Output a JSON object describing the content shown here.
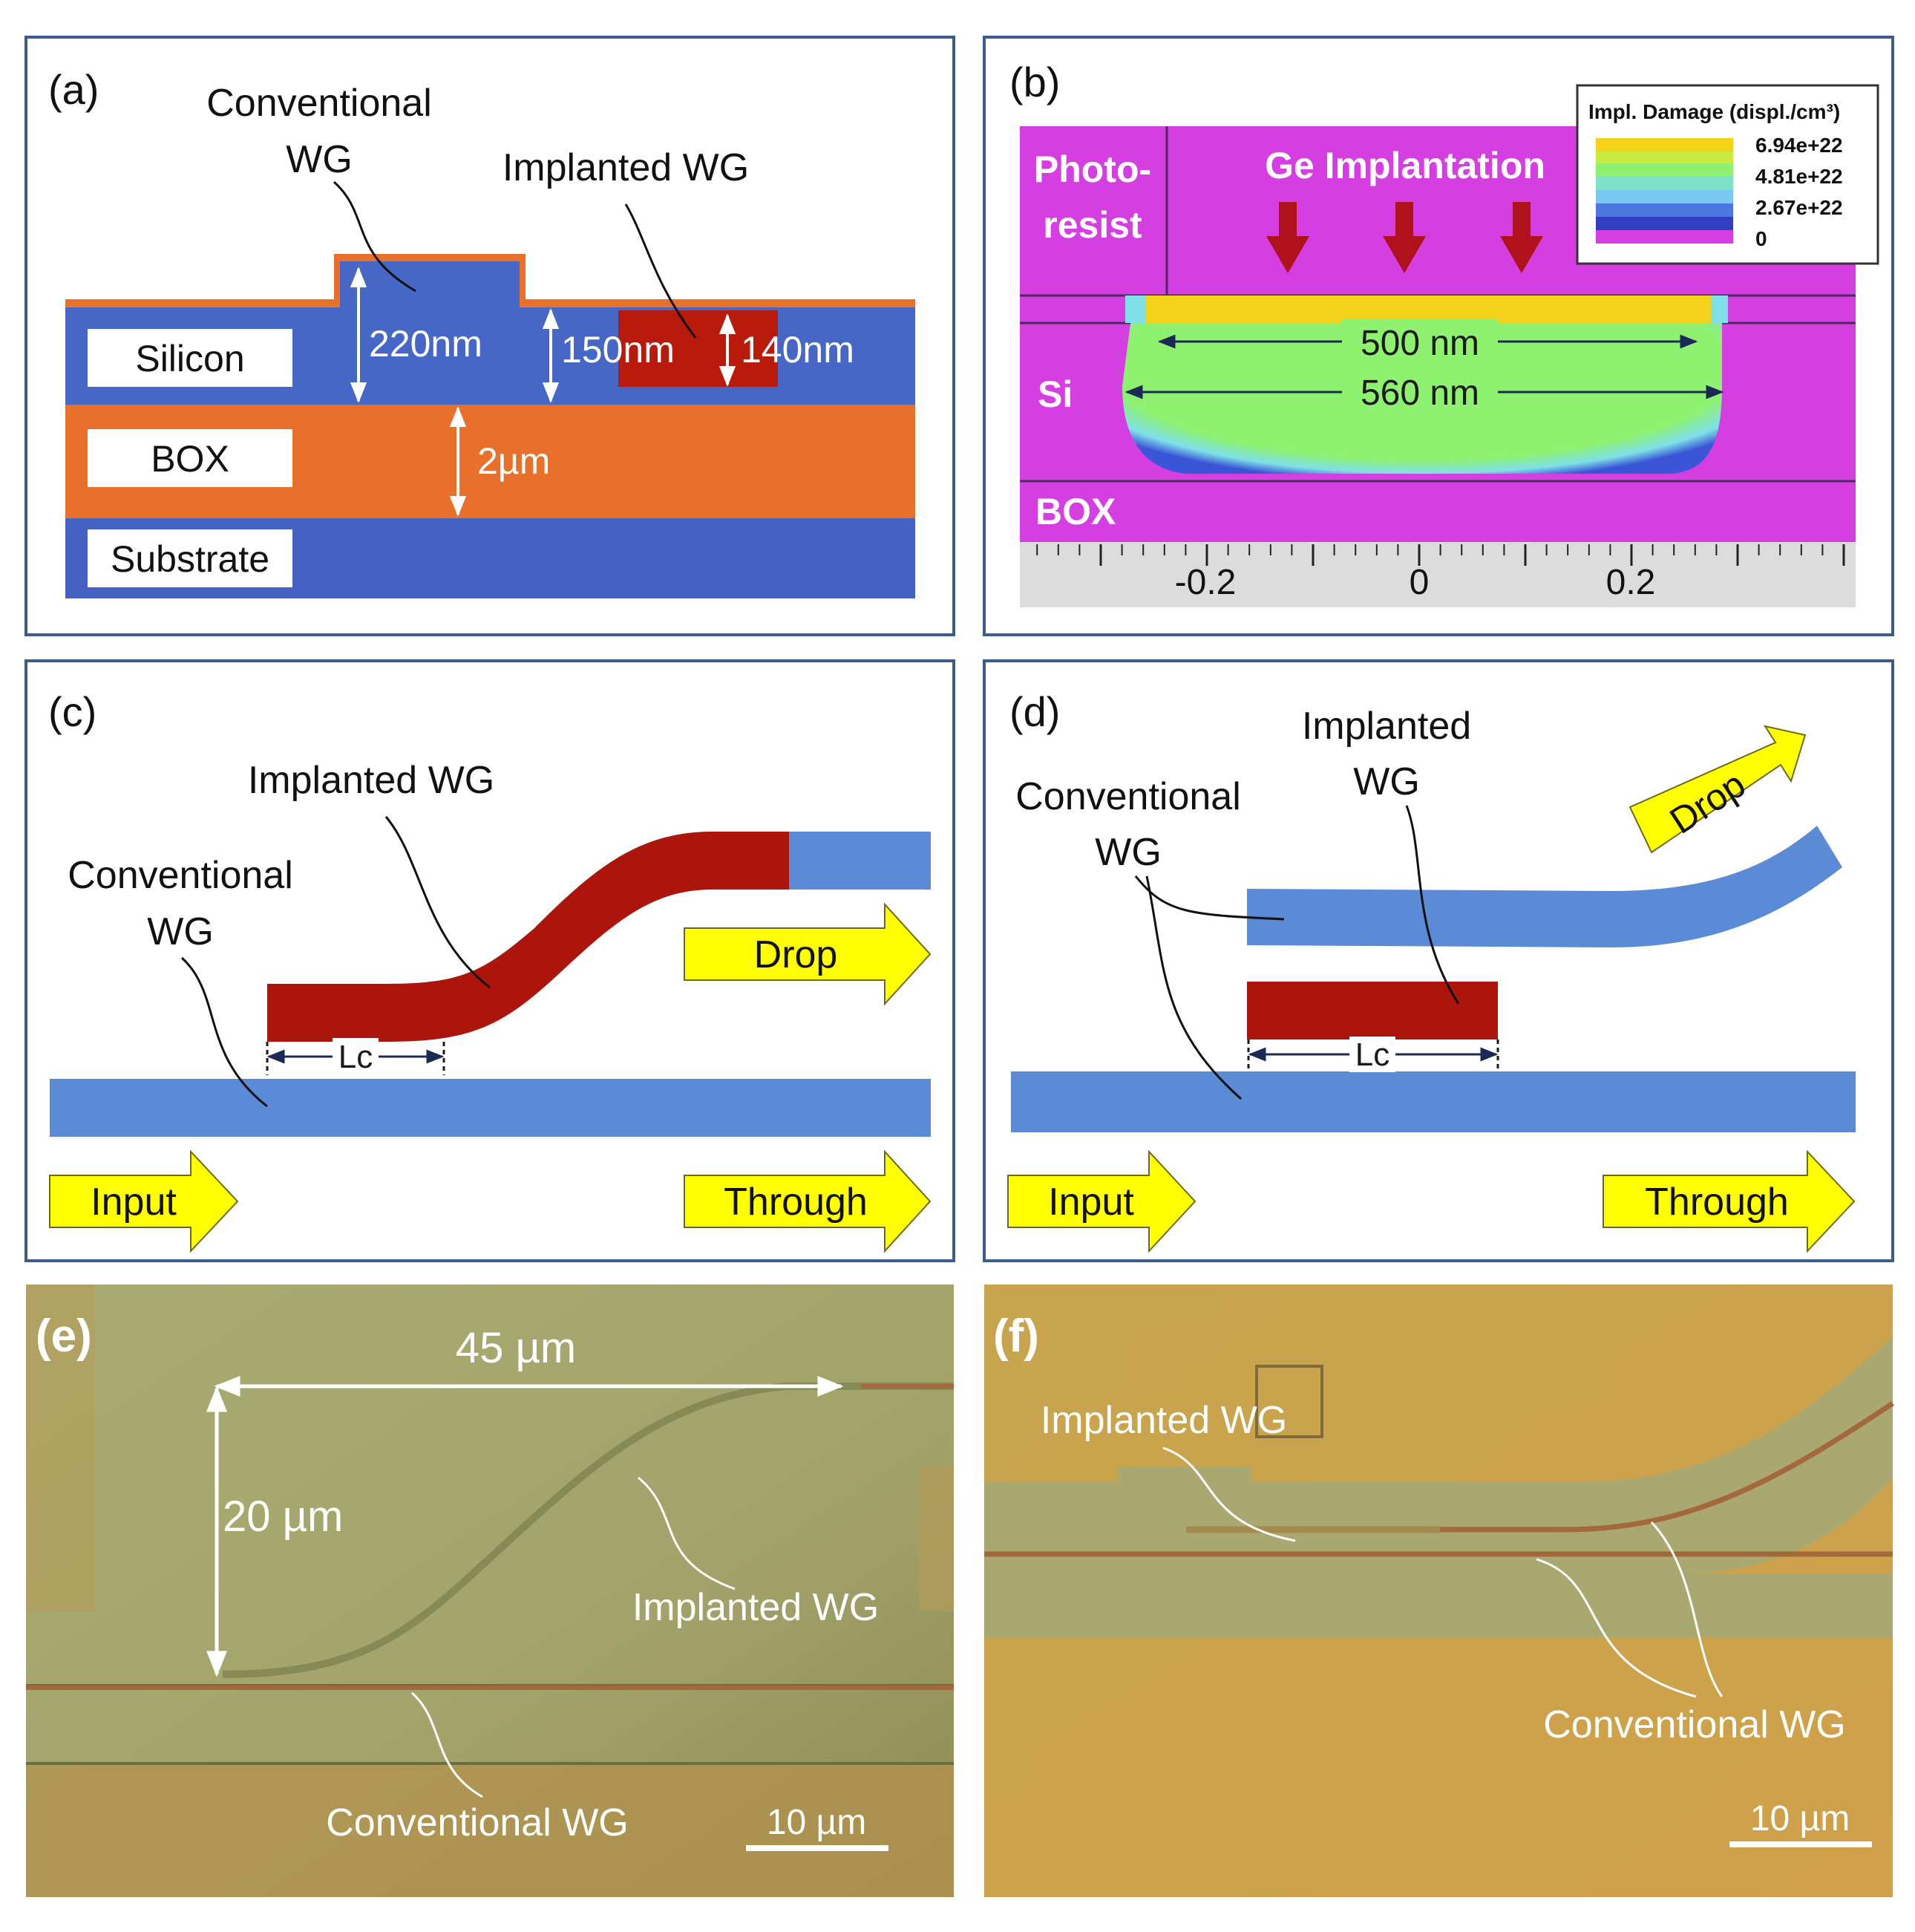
{
  "panel_a": {
    "tag": "(a)",
    "conventional_wg_l1": "Conventional",
    "conventional_wg_l2": "WG",
    "implanted_wg": "Implanted WG",
    "silicon": "Silicon",
    "box": "BOX",
    "substrate": "Substrate",
    "dim_220": "220nm",
    "dim_150": "150nm",
    "dim_140": "140nm",
    "dim_2um": "2µm",
    "colors": {
      "silicon": "#4667c6",
      "oxide": "#e8702a",
      "implanted": "#b81a0c"
    }
  },
  "panel_b": {
    "tag": "(b)",
    "photoresist_l1": "Photo-",
    "photoresist_l2": "resist",
    "ge_implantation": "Ge Implantation",
    "si": "Si",
    "box": "BOX",
    "dim_500": "500 nm",
    "dim_560": "560 nm",
    "axis_ticks": [
      "-0.2",
      "0",
      "0.2"
    ],
    "legend_title": "Impl. Damage (displ./cm³)",
    "legend_values": [
      "6.94e+22",
      "4.81e+22",
      "2.67e+22",
      "0"
    ],
    "colors": {
      "magenta": "#d53ee0",
      "damage_mid": "#8ef270",
      "damage_high": "#f5d21a"
    }
  },
  "panel_c": {
    "tag": "(c)",
    "implanted_wg": "Implanted WG",
    "conventional_wg_l1": "Conventional",
    "conventional_wg_l2": "WG",
    "lc": "Lc",
    "drop": "Drop",
    "input": "Input",
    "through": "Through",
    "colors": {
      "wg_blue": "#5b8bd6",
      "implanted": "#ab150c",
      "arrow": "#ffff00"
    }
  },
  "panel_d": {
    "tag": "(d)",
    "implanted_wg_l1": "Implanted",
    "implanted_wg_l2": "WG",
    "conventional_wg_l1": "Conventional",
    "conventional_wg_l2": "WG",
    "lc": "Lc",
    "drop": "Drop",
    "input": "Input",
    "through": "Through"
  },
  "panel_e": {
    "tag": "(e)",
    "dim_45": "45 µm",
    "dim_20": "20 µm",
    "implanted_wg": "Implanted WG",
    "conventional_wg": "Conventional WG",
    "scale_bar": "10 µm"
  },
  "panel_f": {
    "tag": "(f)",
    "implanted_wg": "Implanted WG",
    "conventional_wg": "Conventional WG",
    "scale_bar": "10 µm"
  }
}
